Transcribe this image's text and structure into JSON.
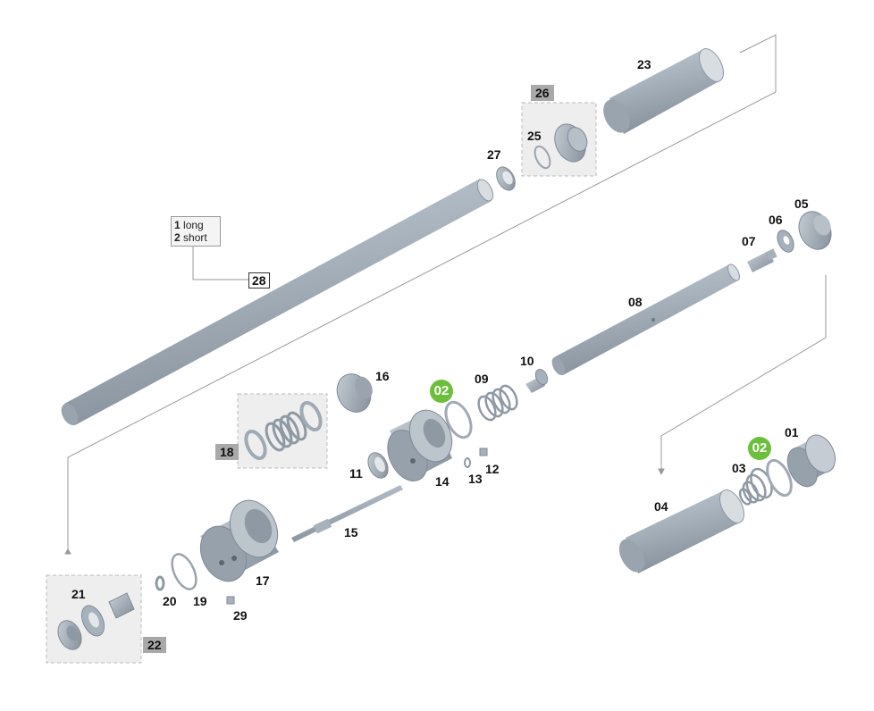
{
  "parts": [
    {
      "id": "p01",
      "label": "01"
    },
    {
      "id": "p02a",
      "label": "02"
    },
    {
      "id": "p02b",
      "label": "02"
    },
    {
      "id": "p03",
      "label": "03"
    },
    {
      "id": "p04",
      "label": "04"
    },
    {
      "id": "p05",
      "label": "05"
    },
    {
      "id": "p06",
      "label": "06"
    },
    {
      "id": "p07",
      "label": "07"
    },
    {
      "id": "p08",
      "label": "08"
    },
    {
      "id": "p09",
      "label": "09"
    },
    {
      "id": "p10",
      "label": "10"
    },
    {
      "id": "p11",
      "label": "11"
    },
    {
      "id": "p12",
      "label": "12"
    },
    {
      "id": "p13",
      "label": "13"
    },
    {
      "id": "p14",
      "label": "14"
    },
    {
      "id": "p15",
      "label": "15"
    },
    {
      "id": "p16",
      "label": "16"
    },
    {
      "id": "p17",
      "label": "17"
    },
    {
      "id": "p18",
      "label": "18"
    },
    {
      "id": "p19",
      "label": "19"
    },
    {
      "id": "p20",
      "label": "20"
    },
    {
      "id": "p21",
      "label": "21"
    },
    {
      "id": "p22",
      "label": "22"
    },
    {
      "id": "p23",
      "label": "23"
    },
    {
      "id": "p25",
      "label": "25"
    },
    {
      "id": "p26",
      "label": "26"
    },
    {
      "id": "p27",
      "label": "27"
    },
    {
      "id": "p28",
      "label": "28"
    },
    {
      "id": "p29",
      "label": "29"
    }
  ],
  "legend": {
    "line1_num": "1",
    "line1_text": "long",
    "line2_num": "2",
    "line2_text": "short"
  },
  "colors": {
    "part_fill": "#a7b1bb",
    "part_dark": "#7f8a96",
    "part_light": "#c9d0d7",
    "group_box": "#eeeeee",
    "highlight": "#6cbf3a"
  }
}
